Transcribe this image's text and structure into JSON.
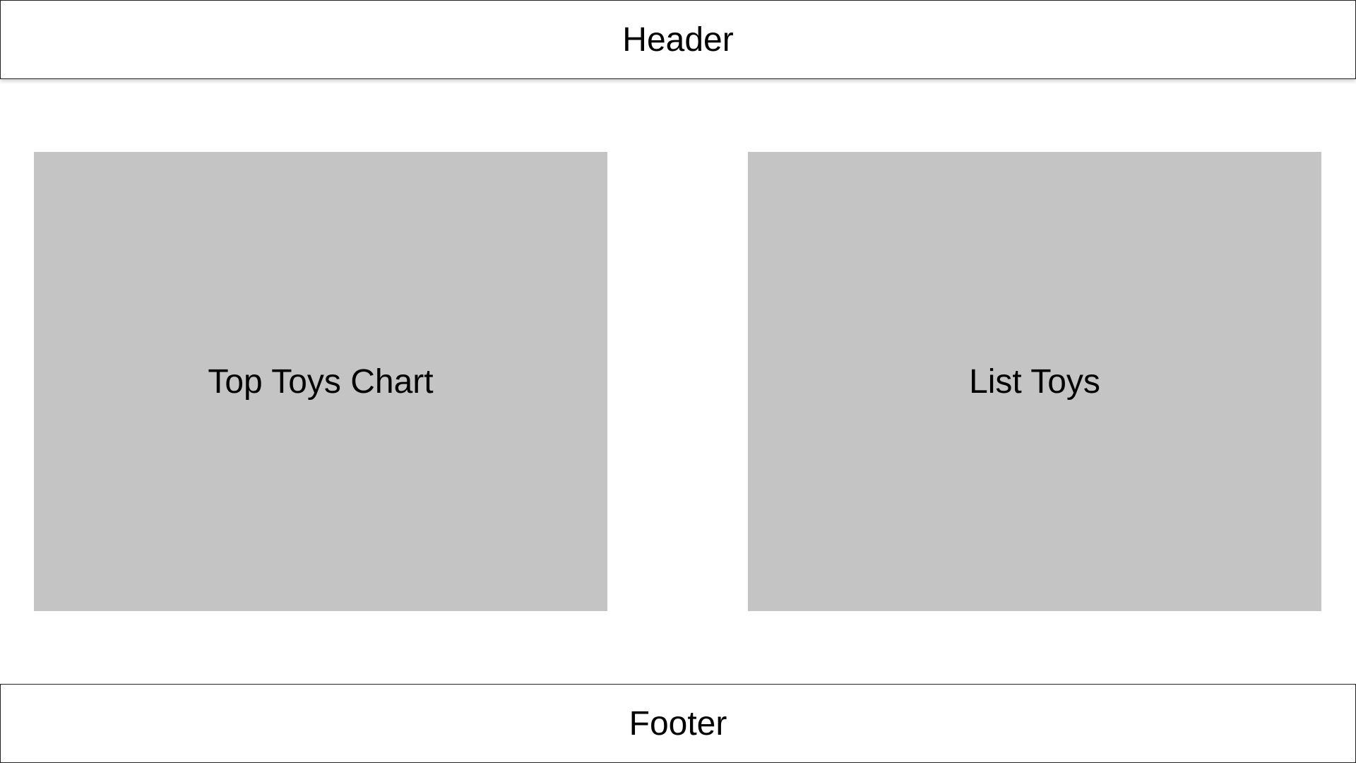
{
  "header": {
    "title": "Header"
  },
  "main": {
    "panels": [
      {
        "label": "Top Toys Chart"
      },
      {
        "label": "List Toys"
      }
    ]
  },
  "footer": {
    "title": "Footer"
  },
  "colors": {
    "panel_background": "#c4c4c4",
    "page_background": "#ffffff",
    "border": "#222222"
  }
}
